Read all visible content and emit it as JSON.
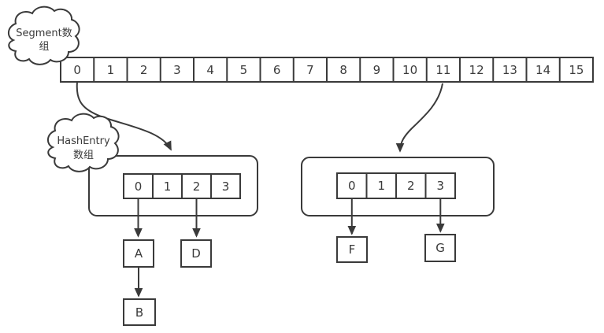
{
  "clouds": {
    "segment": {
      "line1": "Segment数",
      "line2": "组"
    },
    "hashentry": {
      "line1": "HashEntry",
      "line2": "数组"
    }
  },
  "segment_array": {
    "cells": [
      "0",
      "1",
      "2",
      "3",
      "4",
      "5",
      "6",
      "7",
      "8",
      "9",
      "10",
      "11",
      "12",
      "13",
      "14",
      "15"
    ]
  },
  "left_hashentry_array": {
    "cells": [
      "0",
      "1",
      "2",
      "3"
    ]
  },
  "right_hashentry_array": {
    "cells": [
      "0",
      "1",
      "2",
      "3"
    ]
  },
  "nodes": {
    "a": "A",
    "b": "B",
    "d": "D",
    "f": "F",
    "g": "G"
  },
  "colors": {
    "stroke": "#3a3a3a",
    "background": "#ffffff"
  }
}
